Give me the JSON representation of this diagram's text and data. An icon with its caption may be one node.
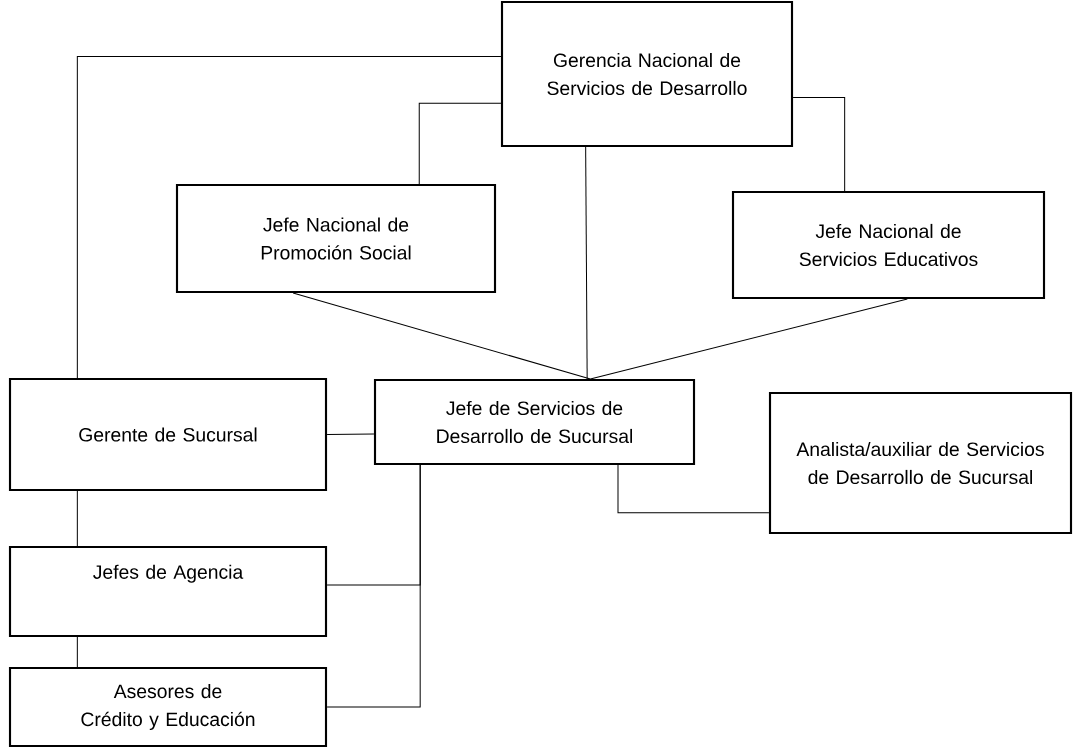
{
  "diagram": {
    "nodes": [
      {
        "text": [
          "Gerencia Nacional de Servicios de Desarrollo"
        ]
      },
      {
        "text": [
          "Jefe Nacional de Promoción Social"
        ]
      },
      {
        "text": [
          "Jefe Nacional de Servicios Educativos"
        ]
      },
      {
        "text": [
          "Gerente  de Sucursal"
        ]
      },
      {
        "text": [
          "Jefe de Servicios de Desarrollo de Sucursal"
        ]
      },
      {
        "text": [
          "Analista/auxiliar de Servicios de Desarrollo de Sucursal"
        ]
      },
      {
        "text": [
          "Jefes de Agencia"
        ]
      },
      {
        "text": [
          "Asesores de Crédito y Educación"
        ]
      }
    ],
    "edges": [
      {
        "from": 0,
        "to": 3,
        "arrow": "none"
      },
      {
        "from": 0,
        "to": 1,
        "arrow": "none"
      },
      {
        "from": 0,
        "to": 2,
        "arrow": "none"
      },
      {
        "from": 0,
        "to": 4,
        "arrow": "none"
      },
      {
        "from": 1,
        "to": 4,
        "arrow": "none"
      },
      {
        "from": 2,
        "to": 4,
        "arrow": "none"
      },
      {
        "from": 3,
        "to": 4,
        "arrow": "none"
      },
      {
        "from": 4,
        "to": 5,
        "arrow": "none"
      },
      {
        "from": 3,
        "to": 6,
        "arrow": "none"
      },
      {
        "from": 6,
        "to": 7,
        "arrow": "none"
      },
      {
        "from": 4,
        "to": 6,
        "arrow": "none"
      },
      {
        "from": 4,
        "to": 7,
        "arrow": "none"
      }
    ]
  }
}
